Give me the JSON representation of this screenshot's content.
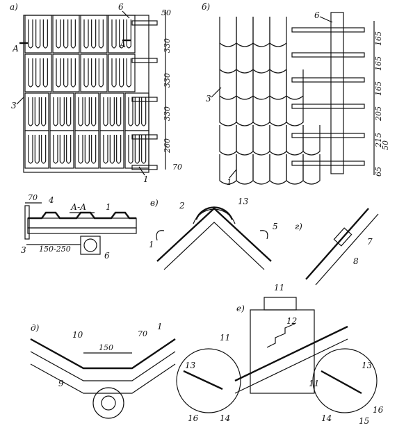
{
  "panels": {
    "a": "а)",
    "b": "б)",
    "v": "в)",
    "g": "г)",
    "d": "д)",
    "e": "е)",
    "section": "А-А"
  },
  "section_marks": {
    "left": "А",
    "right": "А"
  },
  "dims_a": [
    "50",
    "330",
    "330",
    "330",
    "260",
    "70"
  ],
  "dims_b": [
    "165",
    "165",
    "165",
    "205",
    "215",
    "50",
    "65"
  ],
  "dims_section": {
    "overhang": "70",
    "span": "150-250"
  },
  "dims_d": {
    "gap": "150",
    "overhang": "70"
  },
  "callouts": {
    "a": [
      "6",
      "3",
      "1"
    ],
    "b": [
      "6",
      "3",
      "1"
    ],
    "section": [
      "4",
      "1",
      "3",
      "6"
    ],
    "v": [
      "2",
      "13",
      "1",
      "5"
    ],
    "g": [
      "7",
      "8"
    ],
    "d": [
      "10",
      "1",
      "9"
    ],
    "e": [
      "11",
      "12",
      "11",
      "13",
      "16",
      "14",
      "11",
      "13",
      "14",
      "15",
      "16"
    ]
  }
}
